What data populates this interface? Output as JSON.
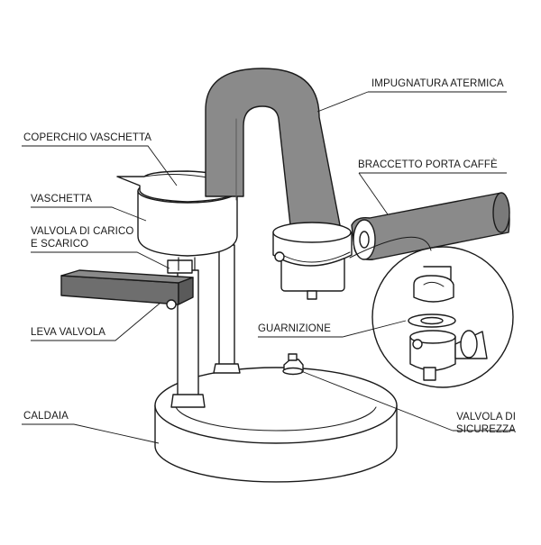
{
  "diagram": {
    "labels": {
      "impugnatura": "IMPUGNATURA ATERMICA",
      "coperchio": "COPERCHIO VASCHETTA",
      "braccetto": "BRACCETTO PORTA CAFFÈ",
      "vaschetta": "VASCHETTA",
      "valvola_carico_1": "VALVOLA DI CARICO",
      "valvola_carico_2": "E SCARICO",
      "leva": "LEVA VALVOLA",
      "guarnizione": "GUARNIZIONE",
      "caldaia": "CALDAIA",
      "valvola_sicurezza_1": "VALVOLA DI",
      "valvola_sicurezza_2": "SICUREZZA"
    },
    "colors": {
      "line": "#1a1a1a",
      "metal": "#ffffff",
      "handle": "#8a8a8a",
      "lever": "#6e6e6e"
    }
  }
}
